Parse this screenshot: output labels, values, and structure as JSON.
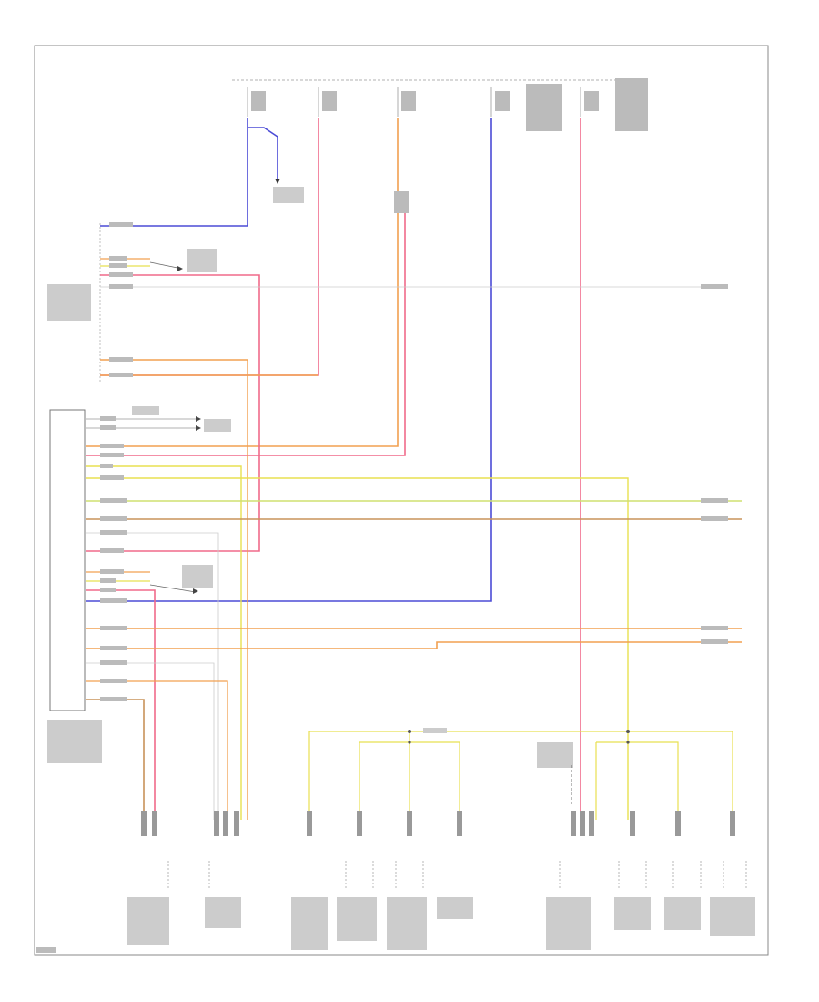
{
  "diagram": {
    "page_ref": "",
    "top_connectors": [
      {
        "id": "hot1",
        "label": ""
      },
      {
        "id": "hot2",
        "label": ""
      },
      {
        "id": "hot3",
        "label": ""
      },
      {
        "id": "hot4",
        "label": ""
      },
      {
        "id": "hot5",
        "label": ""
      }
    ],
    "components": [
      {
        "id": "upper-module",
        "label": ""
      },
      {
        "id": "main-module",
        "label": ""
      }
    ],
    "bottom_components": [
      {
        "id": "b1",
        "label": ""
      },
      {
        "id": "b2",
        "label": ""
      },
      {
        "id": "b3",
        "label": ""
      },
      {
        "id": "b4",
        "label": ""
      },
      {
        "id": "b5",
        "label": ""
      },
      {
        "id": "b6",
        "label": ""
      },
      {
        "id": "b7",
        "label": ""
      },
      {
        "id": "b8",
        "label": ""
      },
      {
        "id": "b9",
        "label": ""
      },
      {
        "id": "b10",
        "label": ""
      }
    ],
    "wire_colors": {
      "blue": "#4b4bd6",
      "pink": "#f06a8a",
      "orange": "#f2a050",
      "yellow": "#e8e050",
      "yellow_green": "#cfe070",
      "tan": "#c8935a",
      "red": "#e84a4a",
      "gray": "#b8b8b8"
    }
  }
}
